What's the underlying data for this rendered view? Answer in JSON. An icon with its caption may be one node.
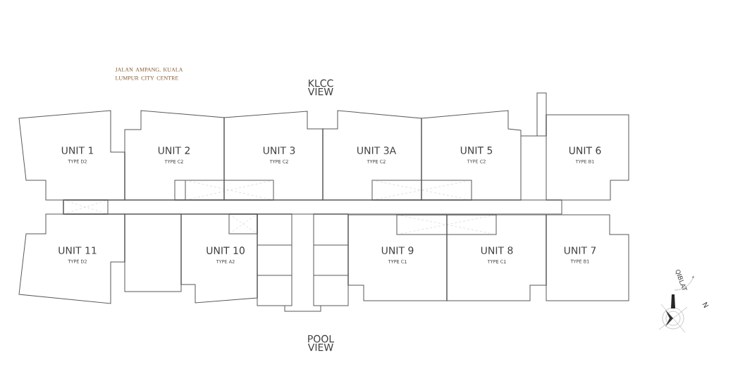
{
  "diagram": {
    "nodes": [
      {
        "text": [
          "UNIT 1",
          "TYPE D2"
        ]
      },
      {
        "text": [
          "UNIT 2",
          "TYPE C2"
        ]
      },
      {
        "text": [
          "UNIT 3",
          "TYPE C2"
        ]
      },
      {
        "text": [
          "UNIT 3A",
          "TYPE C2"
        ]
      },
      {
        "text": [
          "UNIT 5",
          "TYPE C2"
        ]
      },
      {
        "text": [
          "UNIT 6",
          "TYPE B1"
        ]
      },
      {
        "text": [
          "UNIT 11",
          "TYPE D2"
        ]
      },
      {
        "text": [
          "UNIT 10",
          "TYPE A2"
        ]
      },
      {
        "text": [
          "UNIT 9",
          "TYPE C1"
        ]
      },
      {
        "text": [
          "UNIT 8",
          "TYPE C1"
        ]
      },
      {
        "text": [
          "UNIT 7",
          "TYPE B1"
        ]
      }
    ],
    "labels": [
      "JALAN AMPANG, KUALA LUMPUR CITY CENTRE",
      "KLCC VIEW",
      "QIBLAT",
      "N",
      "POOL VIEW"
    ]
  }
}
